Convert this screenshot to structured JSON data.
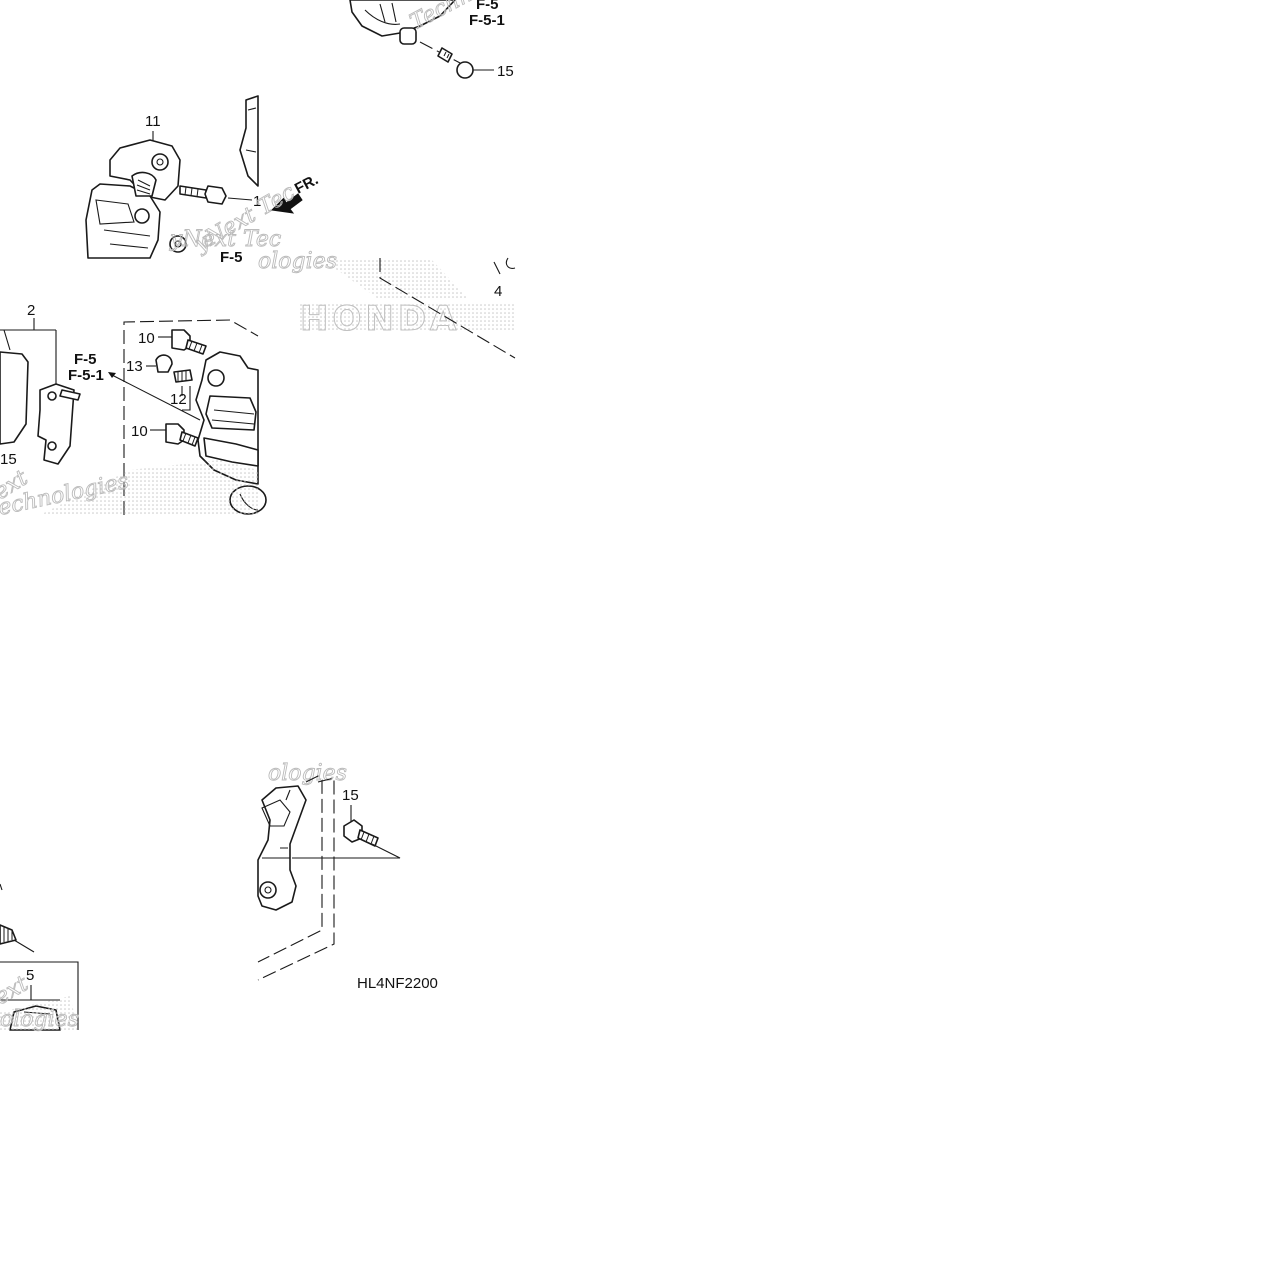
{
  "labels": {
    "fsec_a": "F-5",
    "fsec_a_sub": "F-5-1",
    "fsec_b": "F-5",
    "fsec_b_sub": "F-5-1",
    "fsec_c": "F-5",
    "p15_top": "15",
    "p11": "11",
    "p1_partial": "1",
    "fr_arrow": "FR.",
    "p2": "2",
    "p10_upper": "10",
    "p13": "13",
    "p12": "12",
    "p10_lower": "10",
    "p15_left": "15",
    "p4": "4",
    "p15_bottom": "15",
    "p5": "5",
    "diagram_code": "HL4NF2200"
  },
  "watermarks": {
    "w1": "Technologies",
    "w2": "yNext Tec",
    "w3": "ologies",
    "w4": "ext",
    "w5": "echnologies",
    "w6": "ologies",
    "w7": "ext",
    "w8": "ologies",
    "w9": "Techno",
    "brand": "HONDA"
  },
  "colors": {
    "line": "#1a1a1a",
    "watermark": "#bbbbbb",
    "stipple": "#c8c8c8"
  }
}
